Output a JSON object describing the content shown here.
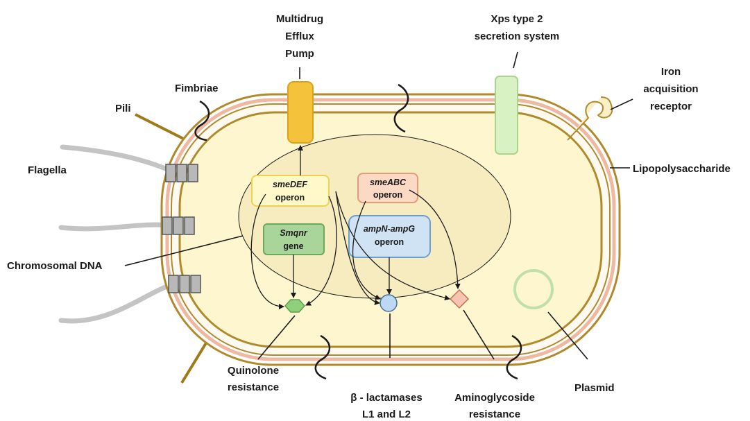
{
  "labels": {
    "multidrug_efflux_pump": [
      "Multidrug",
      "Efflux",
      "Pump"
    ],
    "xps_secretion": [
      "Xps type 2",
      "secretion system"
    ],
    "iron_receptor": [
      "Iron",
      "acquisition",
      "receptor"
    ],
    "fimbriae": "Fimbriae",
    "pili": "Pili",
    "flagella": "Flagella",
    "lipopolysaccharide": "Lipopolysaccharide",
    "chromosomal_dna": "Chromosomal DNA",
    "quinolone_resistance": [
      "Quinolone",
      "resistance"
    ],
    "beta_lactamases": [
      "β - lactamases",
      "L1 and L2"
    ],
    "aminoglycoside_resistance": [
      "Aminoglycoside",
      "resistance"
    ],
    "plasmid": "Plasmid"
  },
  "boxes": {
    "smeDEF": {
      "gene": "smeDEF",
      "kind": "operon"
    },
    "smeABC": {
      "gene": "smeABC",
      "kind": "operon"
    },
    "smqnr": {
      "gene": "Smqnr",
      "kind": "gene"
    },
    "ampN": {
      "gene": "ampN-ampG",
      "kind": "operon"
    }
  },
  "colors": {
    "cytoplasm": "#fdf6cf",
    "outer_membrane": "#b08a2a",
    "inner_membrane_pink": "#efb8a0",
    "pump": "#f5c33b",
    "secretion": "#d9f2c4",
    "smeDEF_fill": "#fff8c8",
    "smeDEF_stroke": "#f0d050",
    "smeABC_fill": "#fbd9c5",
    "smeABC_stroke": "#e59a78",
    "smqnr_fill": "#a9d49a",
    "smqnr_stroke": "#6aaa5a",
    "ampN_fill": "#cfe3f5",
    "ampN_stroke": "#6a9fcf",
    "quinolone_marker": "#8fd07a",
    "lactamase_marker": "#bcd8f2",
    "aminoglycoside_marker": "#f7c4b0",
    "plasmid": "#bfe0a8",
    "flagella": "#c4c4c4",
    "pili": "#a07a1a"
  },
  "icons": {
    "quinolone": "hexagon",
    "lactamase": "circle",
    "aminoglycoside": "diamond",
    "plasmid": "ring"
  }
}
